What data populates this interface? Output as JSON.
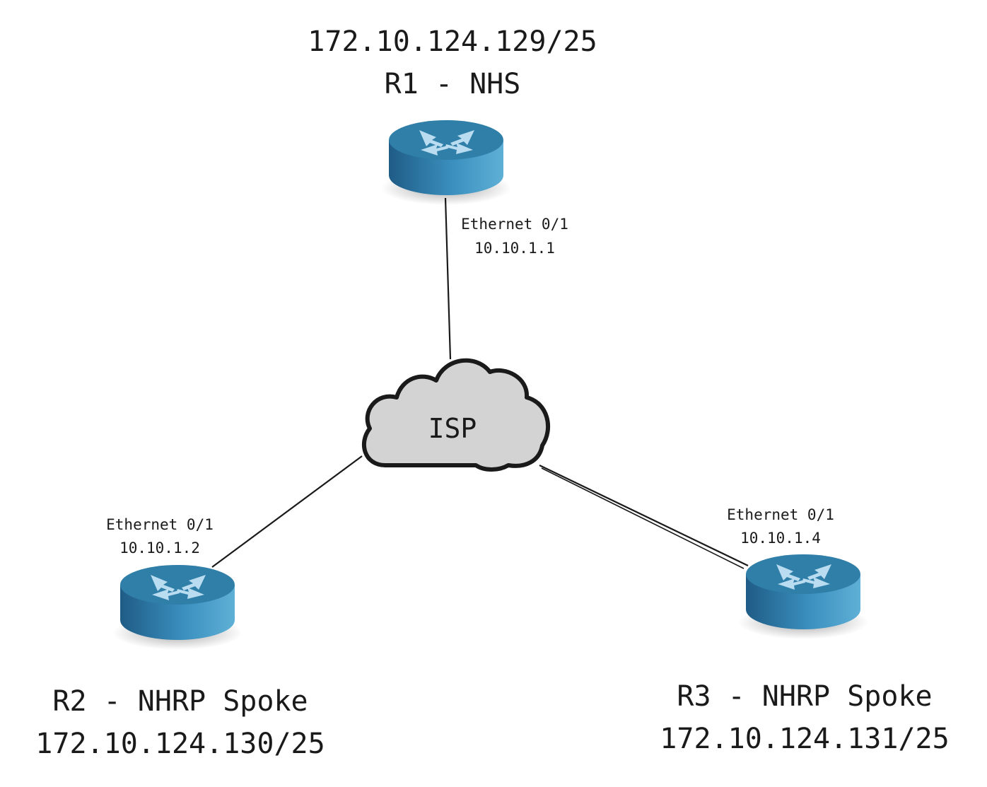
{
  "routers": {
    "r1": {
      "subnet": "172.10.124.129/25",
      "name": "R1 - NHS",
      "interface": "Ethernet 0/1",
      "ip": "10.10.1.1",
      "icon": "router-icon"
    },
    "r2": {
      "name": "R2 - NHRP Spoke",
      "subnet": "172.10.124.130/25",
      "interface": "Ethernet 0/1",
      "ip": "10.10.1.2",
      "icon": "router-icon"
    },
    "r3": {
      "name": "R3 - NHRP Spoke",
      "subnet": "172.10.124.131/25",
      "interface": "Ethernet 0/1",
      "ip": "10.10.1.4",
      "icon": "router-icon"
    }
  },
  "cloud": {
    "label": "ISP",
    "icon": "cloud-icon",
    "fill": "#d3d3d3"
  },
  "colors": {
    "router_top": "#2f7fa8",
    "router_side_dark": "#1f5c86",
    "router_side_light": "#5fb0d6",
    "arrow": "#b9dcf0",
    "link": "#1a1a1a"
  }
}
